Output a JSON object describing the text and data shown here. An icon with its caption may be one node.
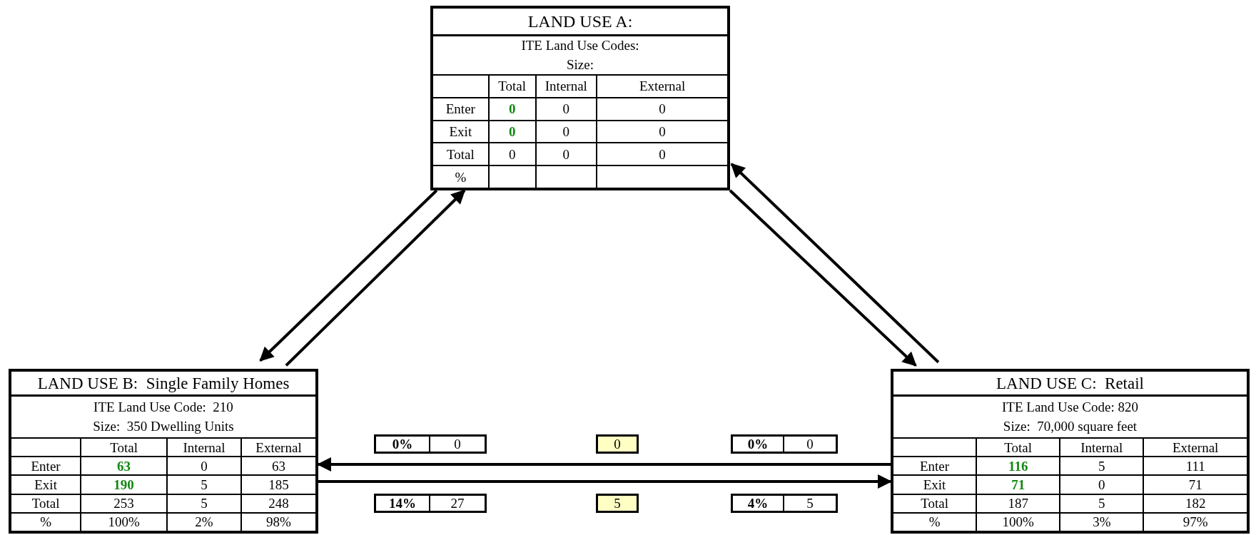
{
  "diagram": {
    "nodes": [
      {
        "text": [
          "LAND USE A:",
          "ITE Land Use Codes:",
          "Size:"
        ]
      },
      {
        "text": [
          "LAND USE B:  Single Family Homes",
          "ITE Land Use Code:  210",
          "Size:  350 Dwelling Units"
        ]
      },
      {
        "text": [
          "0%",
          "0"
        ]
      },
      {
        "text": [
          "0"
        ]
      },
      {
        "text": [
          "0%",
          "0"
        ]
      },
      {
        "text": [
          "LAND USE C:  Retail",
          "ITE Land Use Code: 820",
          "Size:  70,000 square feet"
        ]
      },
      {
        "text": [
          "14%",
          "27"
        ]
      },
      {
        "text": [
          "5"
        ]
      },
      {
        "text": [
          "4%",
          "5"
        ]
      }
    ],
    "edges": [
      {
        "from": 0,
        "to": 1,
        "arrow": "to"
      },
      {
        "from": 1,
        "to": 0,
        "arrow": "to"
      },
      {
        "from": 0,
        "to": 5,
        "arrow": "to"
      },
      {
        "from": 5,
        "to": 0,
        "arrow": "to"
      },
      {
        "from": 5,
        "to": 1,
        "arrow": "to"
      },
      {
        "from": 1,
        "to": 5,
        "arrow": "to"
      }
    ],
    "labels": [
      "Total",
      "Internal",
      "External",
      "Enter",
      "0",
      "0",
      "0",
      "Exit",
      "0",
      "0",
      "0",
      "Total",
      "0",
      "0",
      "0",
      "%",
      "Total",
      "Internal",
      "External",
      "Enter",
      "63",
      "0",
      "63",
      "Exit",
      "190",
      "5",
      "185",
      "Total",
      "253",
      "5",
      "248",
      "%",
      "100%",
      "2%",
      "98%",
      "Total",
      "Internal",
      "External",
      "Enter",
      "116",
      "5",
      "111",
      "Exit",
      "71",
      "0",
      "71",
      "Total",
      "187",
      "5",
      "182",
      "%",
      "100%",
      "3%",
      "97%"
    ]
  }
}
